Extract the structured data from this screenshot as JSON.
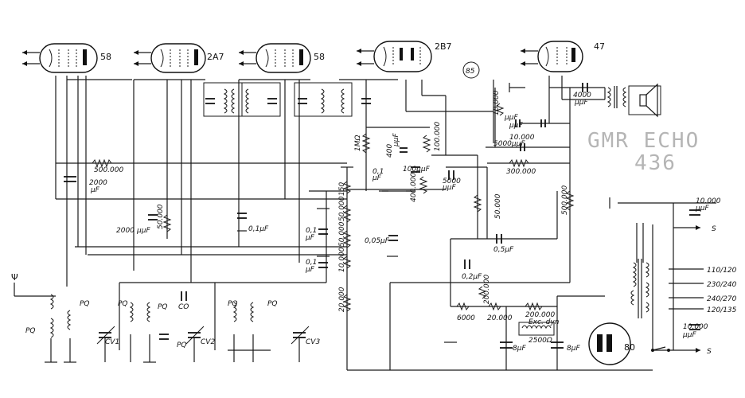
{
  "title": {
    "line1": "GMR ECHO",
    "line2": "436"
  },
  "tubes": [
    {
      "id": "t1",
      "label": "58"
    },
    {
      "id": "t2",
      "label": "2A7"
    },
    {
      "id": "t3",
      "label": "58"
    },
    {
      "id": "t4",
      "label": "2B7"
    },
    {
      "id": "t5",
      "label": "47"
    },
    {
      "id": "rect",
      "label": "80"
    }
  ],
  "marker": "85",
  "components": [
    "500.000",
    "2000",
    "μF",
    "1MΩ",
    "0,1",
    "μF",
    "400",
    "μμF",
    "100μμF",
    "100.000",
    "5000",
    "μμF",
    "400.000",
    "10.000",
    "μμF",
    "10.000",
    "μμF",
    "4000",
    "μμF",
    "5000μμF",
    "300.000",
    "50.000",
    "500.000",
    "150",
    "50.000",
    "50.000",
    "10.000",
    "20.000",
    "0,1μF",
    "0,1",
    "μF",
    "0,1",
    "μF",
    "2000",
    "μμF",
    "50.000",
    "0,05μF",
    "0,5μF",
    "0,2μF",
    "200.000",
    "6000",
    "20.000",
    "200.000",
    "Exc. dyn",
    "2500Ω",
    "8μF",
    "8μF",
    "10.000",
    "μμF",
    "10.000",
    "μμF",
    "PQ",
    "PQ",
    "PQ",
    "CV1",
    "PQ",
    "CO",
    "PQ",
    "CV2",
    "PQ",
    "PQ",
    "CV3",
    "S",
    "S"
  ],
  "voltage_taps": [
    "110/120",
    "230/240",
    "240/270",
    "120/135"
  ],
  "antenna_symbol": "Ψ"
}
